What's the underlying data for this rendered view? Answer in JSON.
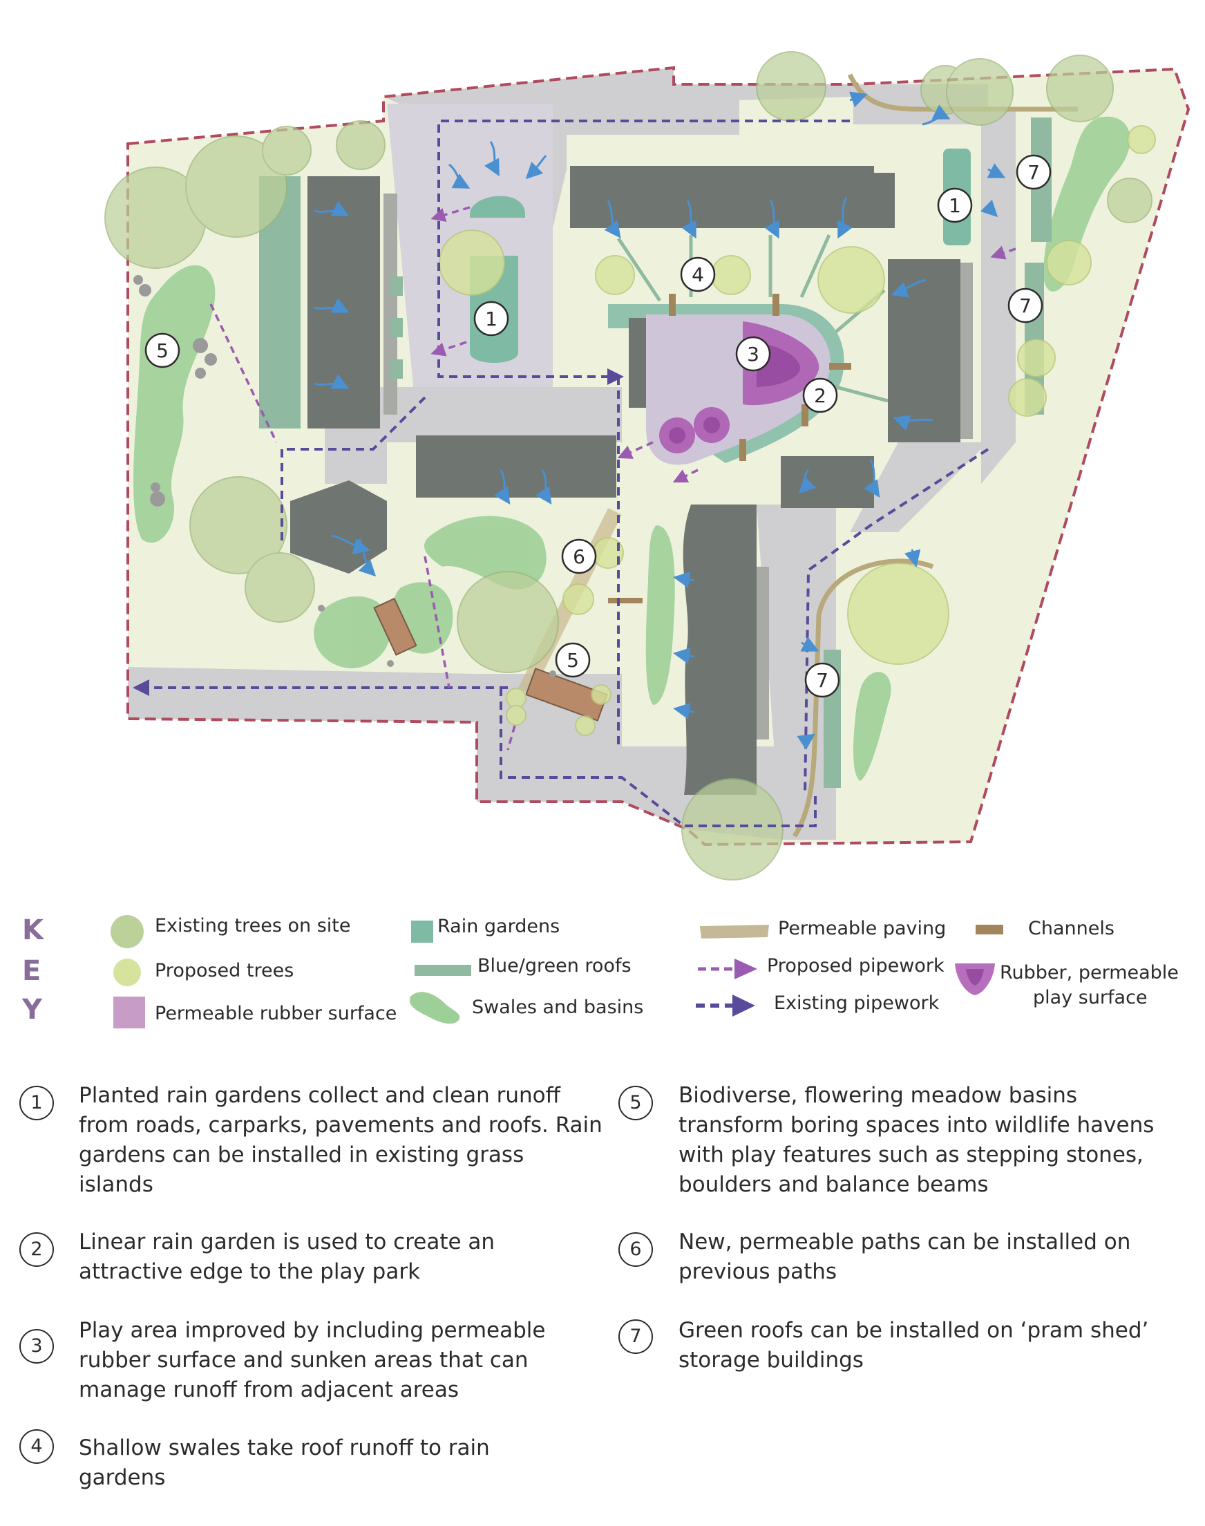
{
  "map": {
    "markers": [
      "1",
      "1",
      "2",
      "3",
      "4",
      "5",
      "5",
      "6",
      "7",
      "7",
      "7"
    ]
  },
  "key": {
    "title_letters": [
      "K",
      "E",
      "Y"
    ],
    "items": [
      {
        "label": "Existing trees on site",
        "color": "#bcd09a"
      },
      {
        "label": "Proposed trees",
        "color": "#d6e39c"
      },
      {
        "label": "Permeable rubber surface",
        "color": "#c79cc7"
      },
      {
        "label": "Rain gardens",
        "color": "#7fbaa5"
      },
      {
        "label": "Blue/green roofs",
        "color": "#8fb9a0"
      },
      {
        "label": "Swales and basins",
        "color": "#9fcf98"
      },
      {
        "label": "Permeable paving",
        "color": "#c4b896"
      },
      {
        "label": "Proposed pipework",
        "color": "#9a5cb0"
      },
      {
        "label": "Existing pipework",
        "color": "#5a4a9a"
      },
      {
        "label": "Channels",
        "color": "#a2855a"
      },
      {
        "label": "Rubber, permeable play surface",
        "line1": "Rubber, permeable",
        "line2": "play surface",
        "color": "#a956b0"
      }
    ]
  },
  "notes": [
    {
      "num": "1",
      "text": "Planted rain gardens collect and clean runoff from roads, carparks, pavements and roofs. Rain gardens can be installed in existing grass islands"
    },
    {
      "num": "2",
      "text": "Linear rain garden is used to create an attractive edge to the play park"
    },
    {
      "num": "3",
      "text": "Play area improved by including permeable rubber surface and sunken areas that can manage runoff from adjacent areas"
    },
    {
      "num": "4",
      "text": "Shallow swales take roof runoff to rain gardens"
    },
    {
      "num": "5",
      "text": "Biodiverse, flowering meadow basins transform boring spaces into wildlife havens with play features such as stepping stones, boulders and balance beams"
    },
    {
      "num": "6",
      "text": "New, permeable paths can be installed on previous paths"
    },
    {
      "num": "7",
      "text": "Green roofs can be installed on ‘pram shed’ storage buildings"
    }
  ]
}
